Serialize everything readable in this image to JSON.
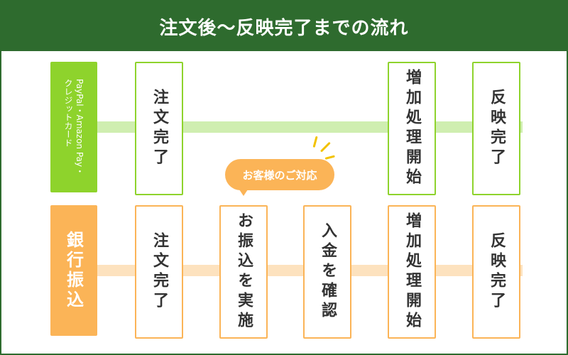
{
  "title": "注文後〜反映完了までの流れ",
  "colors": {
    "header_bg": "#2e6b2e",
    "green_accent": "#8ed32c",
    "green_line": "#cfeeb0",
    "orange_accent": "#fbb457",
    "orange_line": "#fde2be",
    "spark": "#f2c200"
  },
  "rows": [
    {
      "label": "PayPal・Amazon Pay・\nクレジットカード",
      "steps": [
        "注文完了",
        "増加処理開始",
        "反映完了"
      ]
    },
    {
      "label": "銀行振込",
      "steps": [
        "注文完了",
        "お振込を実施",
        "入金を確認",
        "増加処理開始",
        "反映完了"
      ]
    }
  ],
  "callout": "お客様のご対応"
}
